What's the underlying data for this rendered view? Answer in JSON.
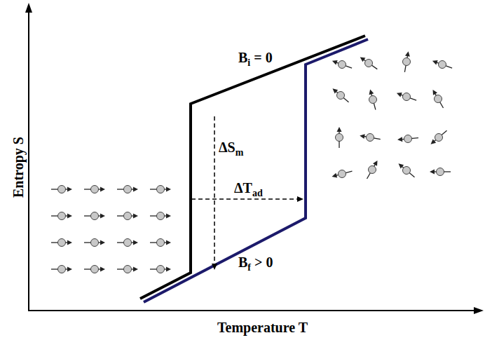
{
  "diagram": {
    "labels": [
      "Entropy S",
      "Temperature T",
      "B",
      "i",
      "= 0",
      "ΔS",
      "m",
      "ΔT",
      "ad",
      "B",
      "f",
      "> 0"
    ]
  }
}
